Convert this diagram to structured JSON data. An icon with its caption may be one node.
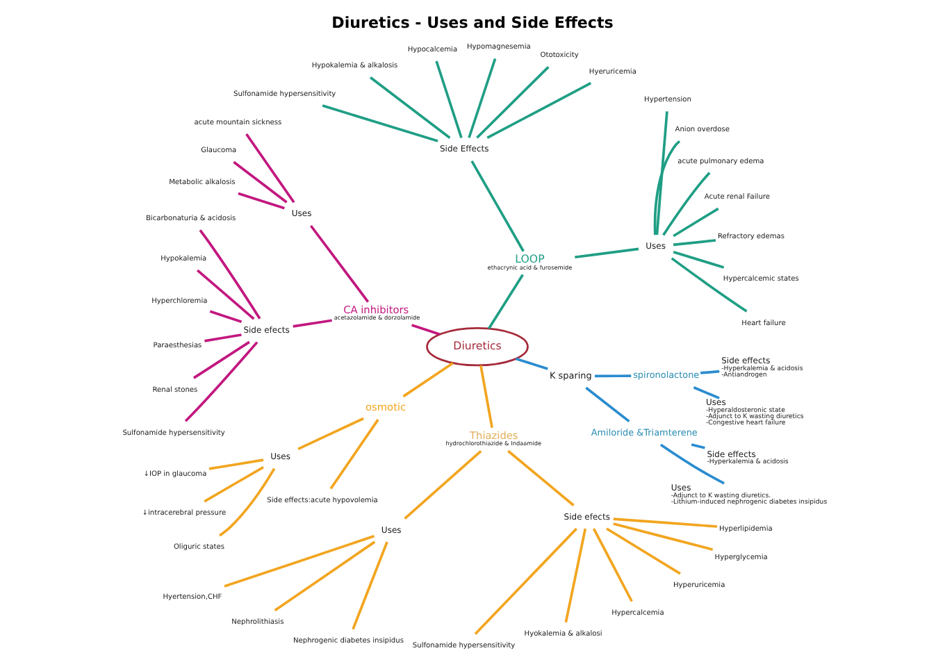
{
  "diagram": {
    "title": "Diuretics - Uses and Side Effects",
    "nodes": [
      {
        "text": [
          "Diuretics"
        ]
      },
      {
        "text": [
          "LOOP",
          "ethacrynic acid & furosemide"
        ]
      },
      {
        "text": [
          "Uses"
        ]
      },
      {
        "text": [
          "Heart failure"
        ]
      },
      {
        "text": [
          "Hypercalcemic states"
        ]
      },
      {
        "text": [
          "Refractory edemas"
        ]
      },
      {
        "text": [
          "Acute renal Failure"
        ]
      },
      {
        "text": [
          "acute pulmonary edema"
        ]
      },
      {
        "text": [
          "Anion overdose"
        ]
      },
      {
        "text": [
          "Hypertension"
        ]
      },
      {
        "text": [
          "Side Effects"
        ]
      },
      {
        "text": [
          "Hyeruricemia"
        ]
      },
      {
        "text": [
          "Ototoxicity"
        ]
      },
      {
        "text": [
          "Hypomagnesemia"
        ]
      },
      {
        "text": [
          "Hypocalcemia"
        ]
      },
      {
        "text": [
          "Hypokalemia & alkalosis"
        ]
      },
      {
        "text": [
          "Sulfonamide hypersensitivity"
        ]
      },
      {
        "text": [
          "CA inhibitors",
          "acetazolamide & dorzolamide"
        ]
      },
      {
        "text": [
          "Uses"
        ]
      },
      {
        "text": [
          "acute mountain sickness"
        ]
      },
      {
        "text": [
          "Glaucoma"
        ]
      },
      {
        "text": [
          "Metabolic alkalosis"
        ]
      },
      {
        "text": [
          "Side efects"
        ]
      },
      {
        "text": [
          "Bicarbonaturia & acidosis"
        ]
      },
      {
        "text": [
          "Hypokalemia"
        ]
      },
      {
        "text": [
          "Hyperchloremia"
        ]
      },
      {
        "text": [
          "Paraesthesias"
        ]
      },
      {
        "text": [
          "Renal stones"
        ]
      },
      {
        "text": [
          "Sulfonamide hypersensitivity"
        ]
      },
      {
        "text": [
          "osmotic"
        ]
      },
      {
        "text": [
          "Uses"
        ]
      },
      {
        "text": [
          "↓IOP in glaucoma"
        ]
      },
      {
        "text": [
          "↓intracerebral pressure"
        ]
      },
      {
        "text": [
          "Oliguric states"
        ]
      },
      {
        "text": [
          "Side effects:acute hypovolemia"
        ]
      },
      {
        "text": [
          "Thiazides",
          "hydrochlorothiazide & Indaamide"
        ]
      },
      {
        "text": [
          "Uses"
        ]
      },
      {
        "text": [
          "Hyertension,CHF"
        ]
      },
      {
        "text": [
          "Nephrolithiasis"
        ]
      },
      {
        "text": [
          "Nephrogenic diabetes insipidus"
        ]
      },
      {
        "text": [
          "Side efects"
        ]
      },
      {
        "text": [
          "Sulfonamide hypersensitivity"
        ]
      },
      {
        "text": [
          "Hyokalemia & alkalosi"
        ]
      },
      {
        "text": [
          "Hypercalcemia"
        ]
      },
      {
        "text": [
          "Hyperuricemia"
        ]
      },
      {
        "text": [
          "Hyperglycemia"
        ]
      },
      {
        "text": [
          "Hyperlipidemia"
        ]
      },
      {
        "text": [
          "K sparing"
        ]
      },
      {
        "text": [
          "Amiloride &Triamterene"
        ]
      },
      {
        "text": [
          "spironolactone"
        ]
      },
      {
        "text": [
          "Uses",
          "-Hyperaldosteronic state",
          "-Adjunct to K wasting diuretics",
          "-Congestive heart failure"
        ]
      },
      {
        "text": [
          "Side effects",
          "-Hyperkalemia & acidosis",
          "-Antiandrogen"
        ]
      },
      {
        "text": [
          "Uses",
          "-Adjunct to K wasting diuretics.",
          "-Lithium-induced nephrogenic diabetes insipidus"
        ]
      },
      {
        "text": [
          "Side effects",
          "-Hyperkalemia & acidosis"
        ]
      }
    ],
    "edges": [
      {
        "from": 0,
        "to": 1,
        "arrow": "none",
        "color": "#1f9e85"
      },
      {
        "from": 1,
        "to": 2,
        "arrow": "none",
        "color": "#1f9e85"
      },
      {
        "from": 2,
        "to": 3,
        "arrow": "none",
        "color": "#1f9e85"
      },
      {
        "from": 2,
        "to": 4,
        "arrow": "none",
        "color": "#1f9e85"
      },
      {
        "from": 2,
        "to": 5,
        "arrow": "none",
        "color": "#1f9e85"
      },
      {
        "from": 2,
        "to": 6,
        "arrow": "none",
        "color": "#1f9e85"
      },
      {
        "from": 2,
        "to": 7,
        "arrow": "none",
        "color": "#1f9e85"
      },
      {
        "from": 2,
        "to": 8,
        "arrow": "none",
        "color": "#1f9e85"
      },
      {
        "from": 2,
        "to": 9,
        "arrow": "none",
        "color": "#1f9e85"
      },
      {
        "from": 1,
        "to": 10,
        "arrow": "none",
        "color": "#1f9e85"
      },
      {
        "from": 10,
        "to": 11,
        "arrow": "none",
        "color": "#1f9e85"
      },
      {
        "from": 10,
        "to": 12,
        "arrow": "none",
        "color": "#1f9e85"
      },
      {
        "from": 10,
        "to": 13,
        "arrow": "none",
        "color": "#1f9e85"
      },
      {
        "from": 10,
        "to": 14,
        "arrow": "none",
        "color": "#1f9e85"
      },
      {
        "from": 10,
        "to": 15,
        "arrow": "none",
        "color": "#1f9e85"
      },
      {
        "from": 10,
        "to": 16,
        "arrow": "none",
        "color": "#1f9e85"
      },
      {
        "from": 0,
        "to": 17,
        "arrow": "none",
        "color": "#c2187f"
      },
      {
        "from": 17,
        "to": 18,
        "arrow": "none",
        "color": "#c2187f"
      },
      {
        "from": 18,
        "to": 19,
        "arrow": "none",
        "color": "#c2187f"
      },
      {
        "from": 18,
        "to": 20,
        "arrow": "none",
        "color": "#c2187f"
      },
      {
        "from": 18,
        "to": 21,
        "arrow": "none",
        "color": "#c2187f"
      },
      {
        "from": 17,
        "to": 22,
        "arrow": "none",
        "color": "#c2187f"
      },
      {
        "from": 22,
        "to": 23,
        "arrow": "none",
        "color": "#c2187f"
      },
      {
        "from": 22,
        "to": 24,
        "arrow": "none",
        "color": "#c2187f"
      },
      {
        "from": 22,
        "to": 25,
        "arrow": "none",
        "color": "#c2187f"
      },
      {
        "from": 22,
        "to": 26,
        "arrow": "none",
        "color": "#c2187f"
      },
      {
        "from": 22,
        "to": 27,
        "arrow": "none",
        "color": "#c2187f"
      },
      {
        "from": 22,
        "to": 28,
        "arrow": "none",
        "color": "#c2187f"
      },
      {
        "from": 0,
        "to": 29,
        "arrow": "none"
      },
      {
        "from": 29,
        "to": 30,
        "arrow": "none"
      },
      {
        "from": 30,
        "to": 31,
        "arrow": "none"
      },
      {
        "from": 30,
        "to": 32,
        "arrow": "none"
      },
      {
        "from": 30,
        "to": 33,
        "arrow": "none"
      },
      {
        "from": 29,
        "to": 34,
        "arrow": "none"
      },
      {
        "from": 0,
        "to": 35,
        "arrow": "none"
      },
      {
        "from": 35,
        "to": 36,
        "arrow": "none"
      },
      {
        "from": 36,
        "to": 37,
        "arrow": "none"
      },
      {
        "from": 36,
        "to": 38,
        "arrow": "none"
      },
      {
        "from": 36,
        "to": 39,
        "arrow": "none"
      },
      {
        "from": 35,
        "to": 40,
        "arrow": "none"
      },
      {
        "from": 40,
        "to": 41,
        "arrow": "none"
      },
      {
        "from": 40,
        "to": 42,
        "arrow": "none"
      },
      {
        "from": 40,
        "to": 43,
        "arrow": "none"
      },
      {
        "from": 40,
        "to": 44,
        "arrow": "none"
      },
      {
        "from": 40,
        "to": 45,
        "arrow": "none"
      },
      {
        "from": 40,
        "to": 46,
        "arrow": "none"
      },
      {
        "from": 0,
        "to": 47,
        "arrow": "none",
        "color": "#2b8ccf"
      },
      {
        "from": 47,
        "to": 48,
        "arrow": "none",
        "color": "#2b8ccf"
      },
      {
        "from": 47,
        "to": 49,
        "arrow": "none",
        "color": "#2b8ccf"
      },
      {
        "from": 49,
        "to": 50,
        "arrow": "none",
        "color": "#2b8ccf"
      },
      {
        "from": 49,
        "to": 51,
        "arrow": "none",
        "color": "#2b8ccf"
      },
      {
        "from": 48,
        "to": 52,
        "arrow": "none",
        "color": "#2b8ccf"
      },
      {
        "from": 48,
        "to": 53,
        "arrow": "none",
        "color": "#2b8ccf"
      }
    ]
  }
}
